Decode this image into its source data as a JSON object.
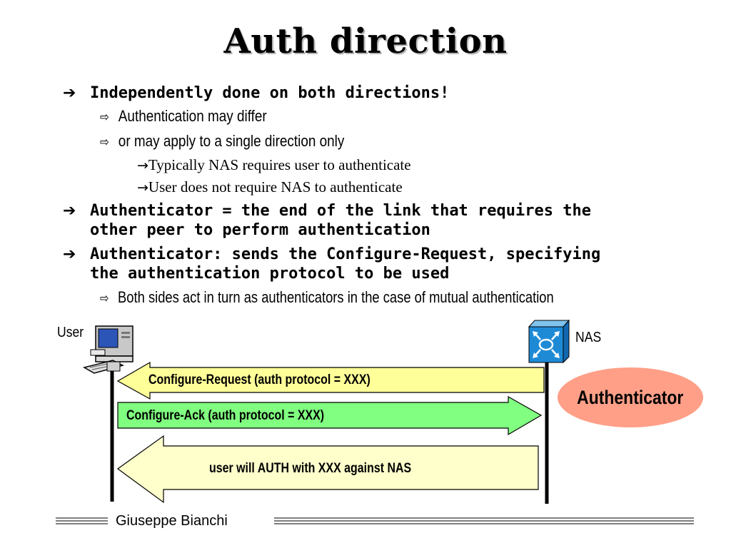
{
  "slide": {
    "title": "Auth direction",
    "bullets": [
      "Independently done on both directions!",
      "Authentication may differ",
      "or may apply to a single direction only",
      "Typically NAS requires user to authenticate",
      "User does not require NAS to authenticate",
      "Authenticator = the end of the link that requires the",
      "other peer to perform authentication",
      "Authenticator: sends the Configure-Request, specifying",
      "the authentication protocol to be used",
      "Both sides act in turn as authenticators in the case of mutual authentication"
    ],
    "markers": {
      "level1": "➔",
      "level2": "⇨",
      "level3": "→"
    }
  },
  "diagram": {
    "user_label": "User",
    "nas_label": "NAS",
    "authenticator_label": "Authenticator",
    "messages": [
      {
        "text": "Configure-Request (auth protocol = XXX)",
        "direction": "left",
        "color": "#ffff99"
      },
      {
        "text": "Configure-Ack (auth protocol = XXX)",
        "direction": "right",
        "color": "#80ff80"
      },
      {
        "text": "user will AUTH with XXX against NAS",
        "direction": "left",
        "color": "#ffffcc"
      }
    ],
    "icons": {
      "user": "computer-icon",
      "nas": "router-icon"
    },
    "authenticator_color": "#ff9f87"
  },
  "footer": {
    "author": "Giuseppe Bianchi"
  }
}
